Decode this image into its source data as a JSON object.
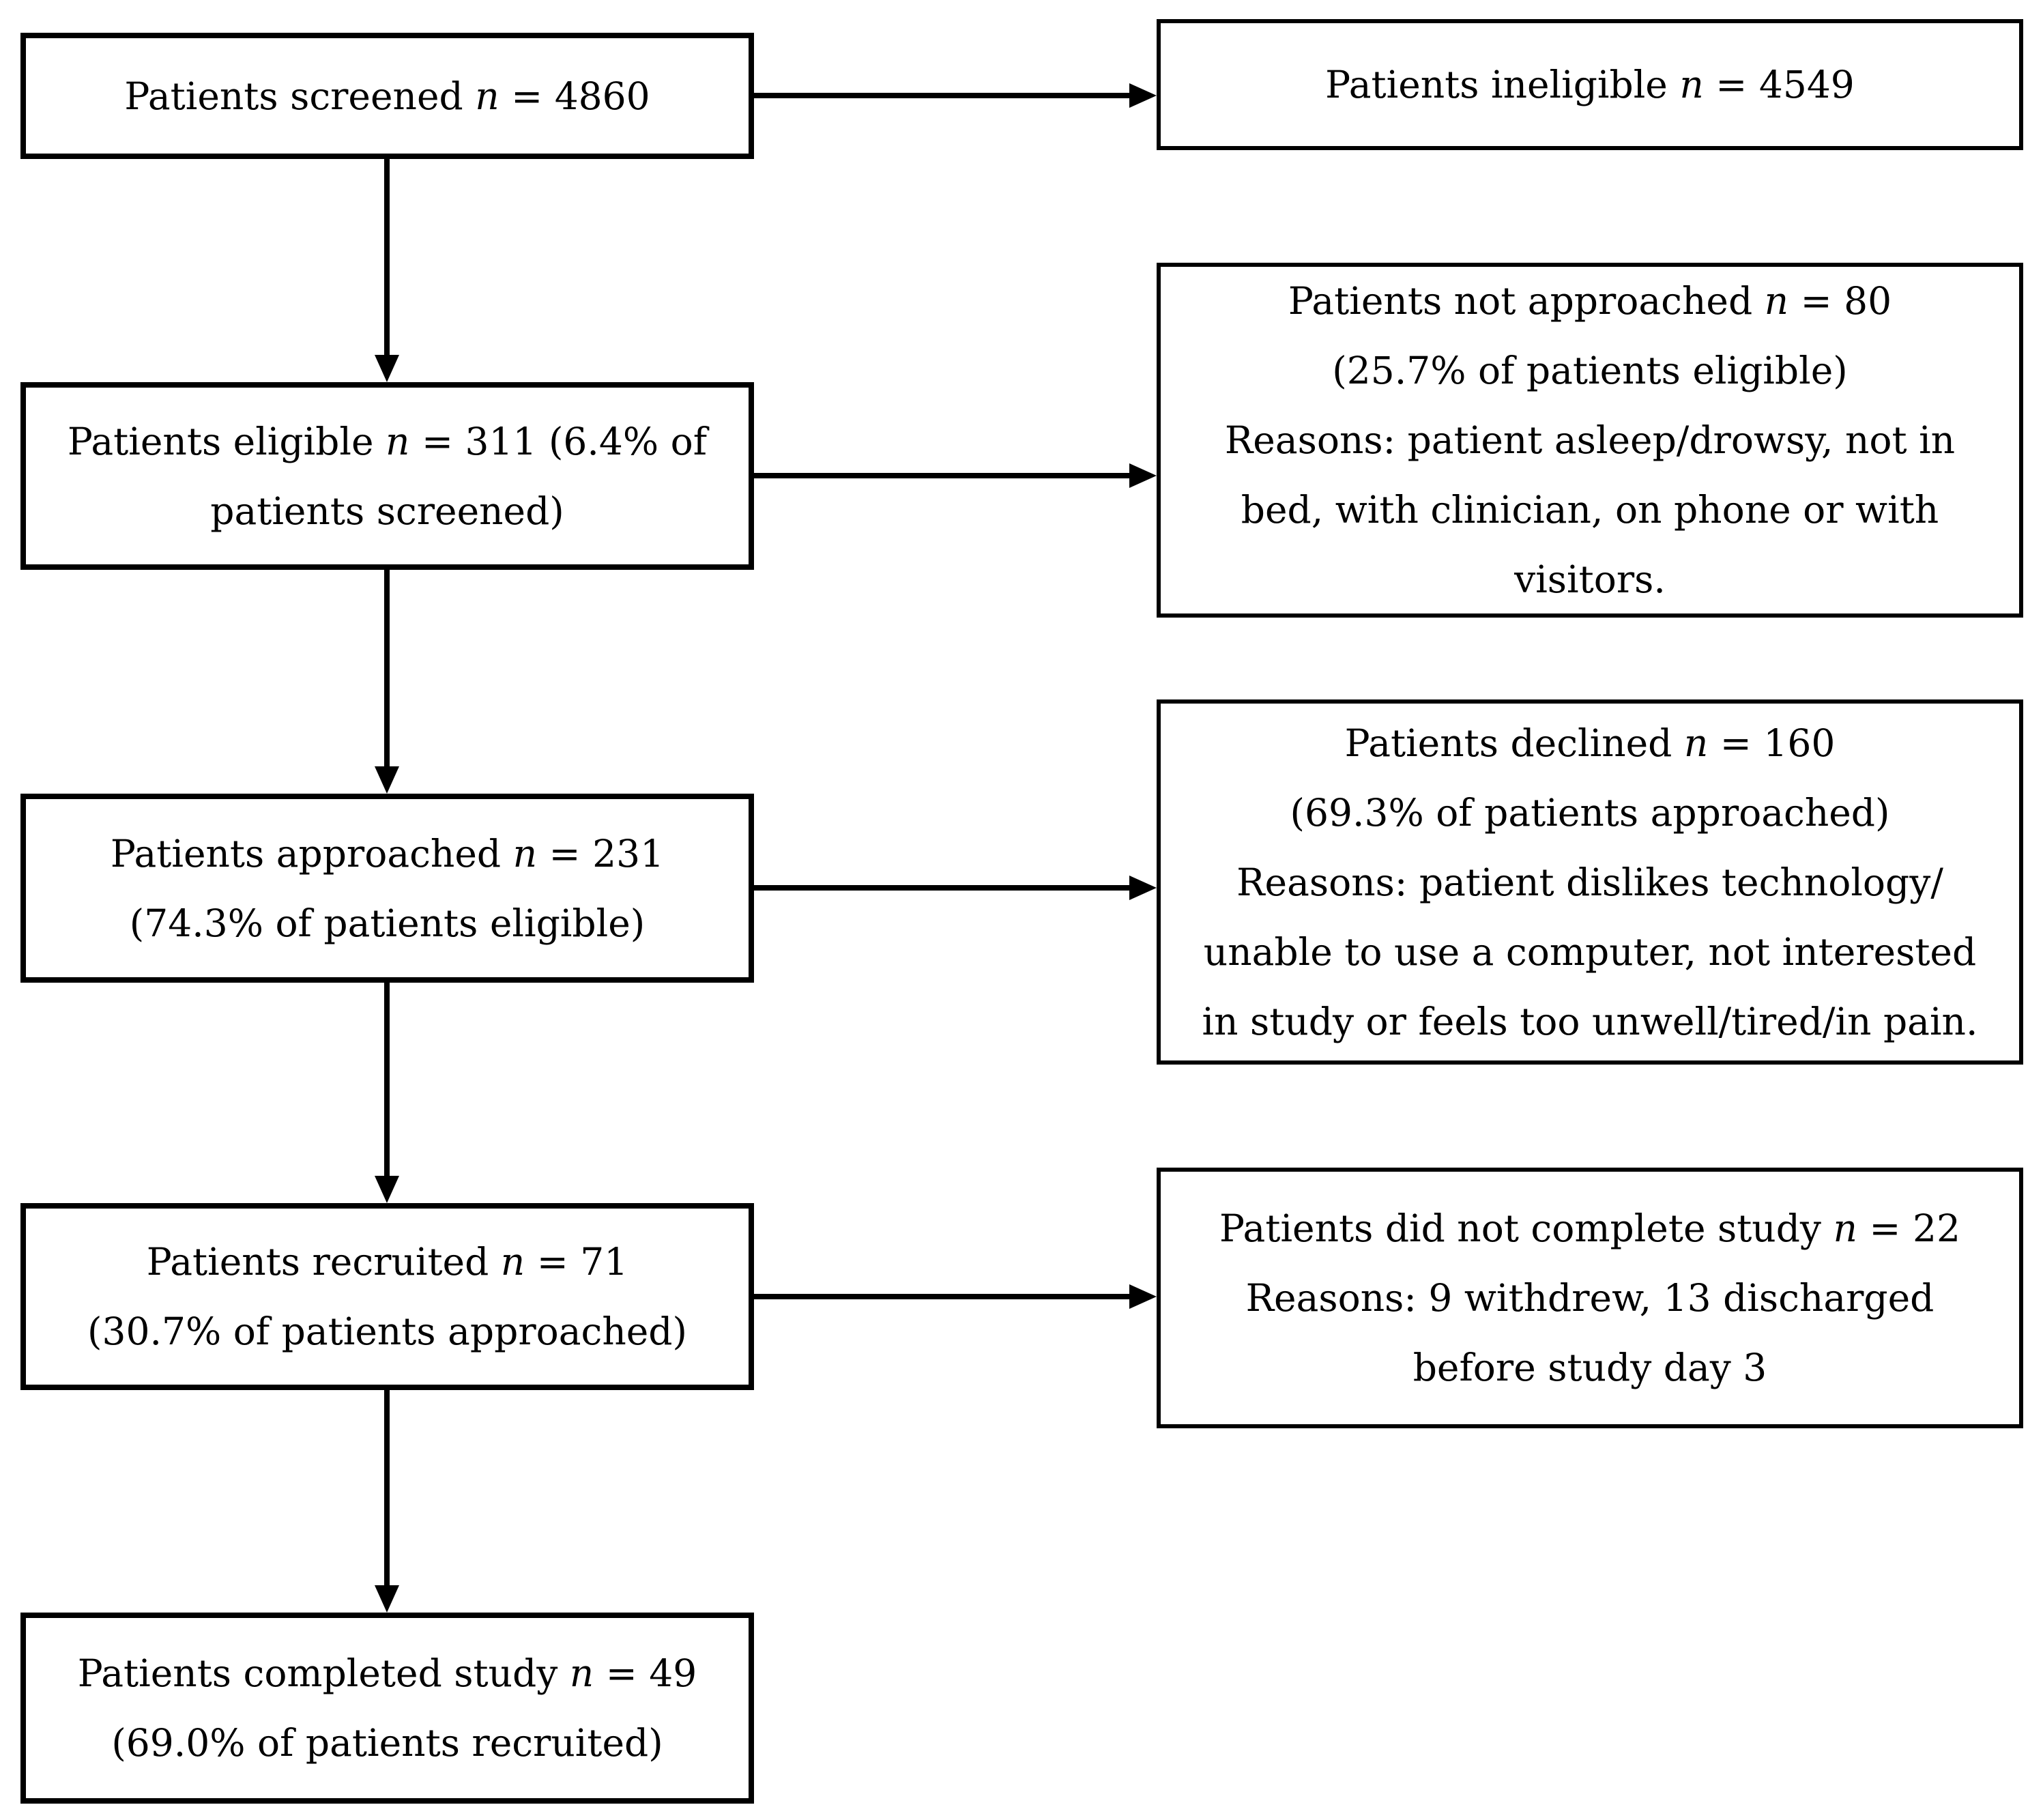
{
  "figure": {
    "background": "#ffffff",
    "line_color": "#000000"
  },
  "flow": {
    "left_boxes": [
      {
        "id": "screened",
        "lines": [
          {
            "pre": "Patients screened ",
            "n": "n",
            "post": " = 4860"
          }
        ]
      },
      {
        "id": "eligible",
        "lines": [
          {
            "pre": "Patients eligible ",
            "n": "n",
            "post": " = 311 (6.4% of"
          },
          {
            "pre": "patients screened)"
          }
        ]
      },
      {
        "id": "approached",
        "lines": [
          {
            "pre": "Patients approached ",
            "n": "n",
            "post": " = 231"
          },
          {
            "pre": "(74.3% of patients eligible)"
          }
        ]
      },
      {
        "id": "recruited",
        "lines": [
          {
            "pre": "Patients recruited ",
            "n": "n",
            "post": " = 71"
          },
          {
            "pre": "(30.7% of patients approached)"
          }
        ]
      },
      {
        "id": "completed",
        "lines": [
          {
            "pre": "Patients completed study ",
            "n": "n",
            "post": " = 49"
          },
          {
            "pre": "(69.0% of patients recruited)"
          }
        ]
      }
    ],
    "right_boxes": [
      {
        "id": "ineligible",
        "lines": [
          {
            "pre": "Patients ineligible ",
            "n": "n",
            "post": " = 4549"
          }
        ]
      },
      {
        "id": "not-approached",
        "lines": [
          {
            "pre": "Patients not approached ",
            "n": "n",
            "post": " = 80"
          },
          {
            "pre": "(25.7% of patients eligible)"
          },
          {
            "pre": "Reasons: patient asleep/drowsy, not in"
          },
          {
            "pre": "bed, with clinician, on phone or with"
          },
          {
            "pre": "visitors."
          }
        ]
      },
      {
        "id": "declined",
        "lines": [
          {
            "pre": "Patients declined ",
            "n": "n",
            "post": " = 160"
          },
          {
            "pre": "(69.3% of patients approached)"
          },
          {
            "pre": "Reasons: patient dislikes technology/"
          },
          {
            "pre": "unable to use a computer, not interested"
          },
          {
            "pre": "in study or feels too unwell/tired/in pain."
          }
        ]
      },
      {
        "id": "did-not-complete",
        "lines": [
          {
            "pre": "Patients did not complete study ",
            "n": "n",
            "post": " = 22"
          },
          {
            "pre": "Reasons: 9 withdrew, 13 discharged"
          },
          {
            "pre": "before study day 3"
          }
        ]
      }
    ]
  }
}
